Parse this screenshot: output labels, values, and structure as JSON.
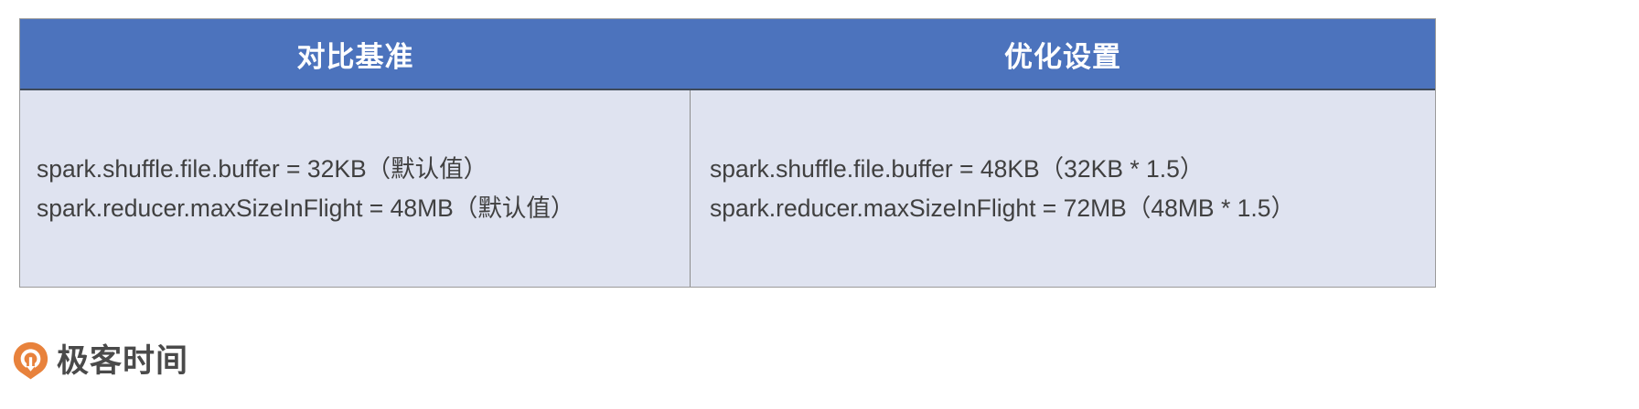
{
  "table": {
    "columns": [
      {
        "header": "对比基准"
      },
      {
        "header": "优化设置"
      }
    ],
    "rows": [
      {
        "left": [
          "spark.shuffle.file.buffer = 32KB（默认值）",
          "spark.reducer.maxSizeInFlight = 48MB（默认值）"
        ],
        "right": [
          "spark.shuffle.file.buffer = 48KB（32KB * 1.5）",
          "spark.reducer.maxSizeInFlight = 72MB（48MB * 1.5）"
        ]
      }
    ],
    "colors": {
      "header_background": "#4c73bd",
      "header_text": "#ffffff",
      "body_background": "#dfe3f0",
      "body_text": "#404040",
      "border": "#9a9a9a"
    }
  },
  "footer": {
    "brand": "极客时间",
    "logo_icon": "geektime-logo-icon",
    "logo_color": "#e8823c"
  }
}
